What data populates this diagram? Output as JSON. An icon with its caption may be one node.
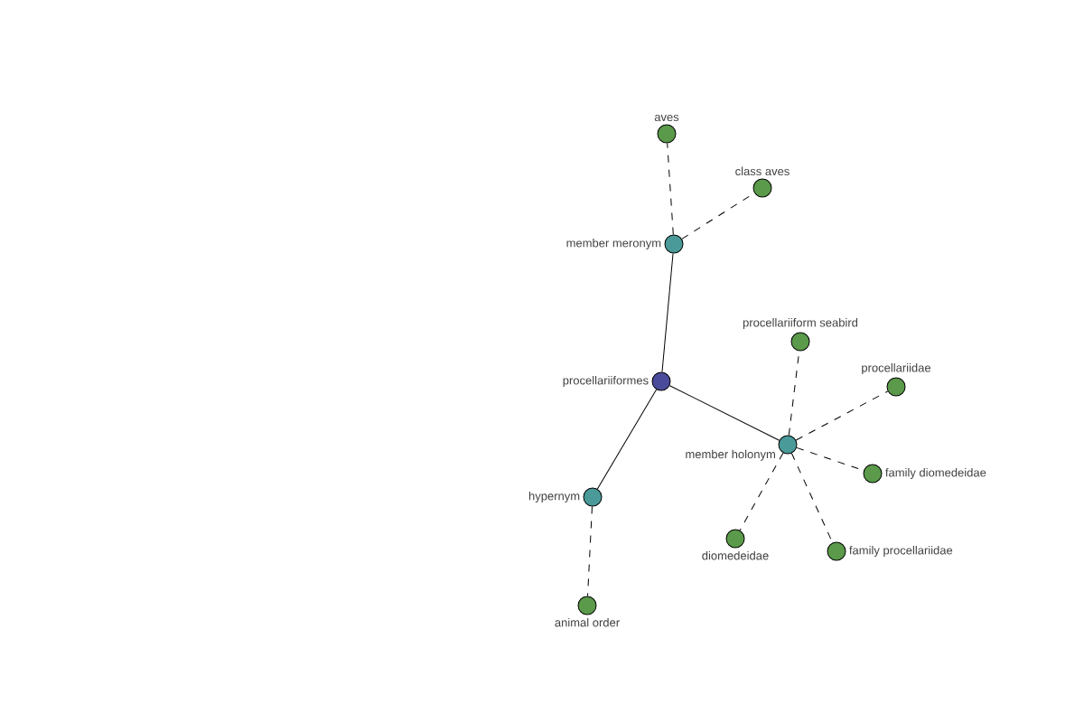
{
  "diagram": {
    "nodes": [
      {
        "text": [
          "procellariiformes"
        ]
      },
      {
        "text": [
          "member meronym"
        ]
      },
      {
        "text": [
          "hypernym"
        ]
      },
      {
        "text": [
          "member holonym"
        ]
      },
      {
        "text": [
          "aves"
        ]
      },
      {
        "text": [
          "class aves"
        ]
      },
      {
        "text": [
          "animal order"
        ]
      },
      {
        "text": [
          "procellariiform seabird"
        ]
      },
      {
        "text": [
          "procellariidae"
        ]
      },
      {
        "text": [
          "family diomedeidae"
        ]
      },
      {
        "text": [
          "diomedeidae"
        ]
      },
      {
        "text": [
          "family procellariidae"
        ]
      }
    ],
    "edges": [
      {
        "from": 0,
        "to": 1,
        "arrow": "none"
      },
      {
        "from": 0,
        "to": 2,
        "arrow": "none"
      },
      {
        "from": 0,
        "to": 3,
        "arrow": "none"
      },
      {
        "from": 1,
        "to": 4,
        "arrow": "none",
        "style": "dashed"
      },
      {
        "from": 1,
        "to": 5,
        "arrow": "none",
        "style": "dashed"
      },
      {
        "from": 2,
        "to": 6,
        "arrow": "none",
        "style": "dashed"
      },
      {
        "from": 3,
        "to": 7,
        "arrow": "none",
        "style": "dashed"
      },
      {
        "from": 3,
        "to": 8,
        "arrow": "none",
        "style": "dashed"
      },
      {
        "from": 3,
        "to": 9,
        "arrow": "none",
        "style": "dashed"
      },
      {
        "from": 3,
        "to": 10,
        "arrow": "none",
        "style": "dashed"
      },
      {
        "from": 3,
        "to": 11,
        "arrow": "none",
        "style": "dashed"
      }
    ]
  }
}
